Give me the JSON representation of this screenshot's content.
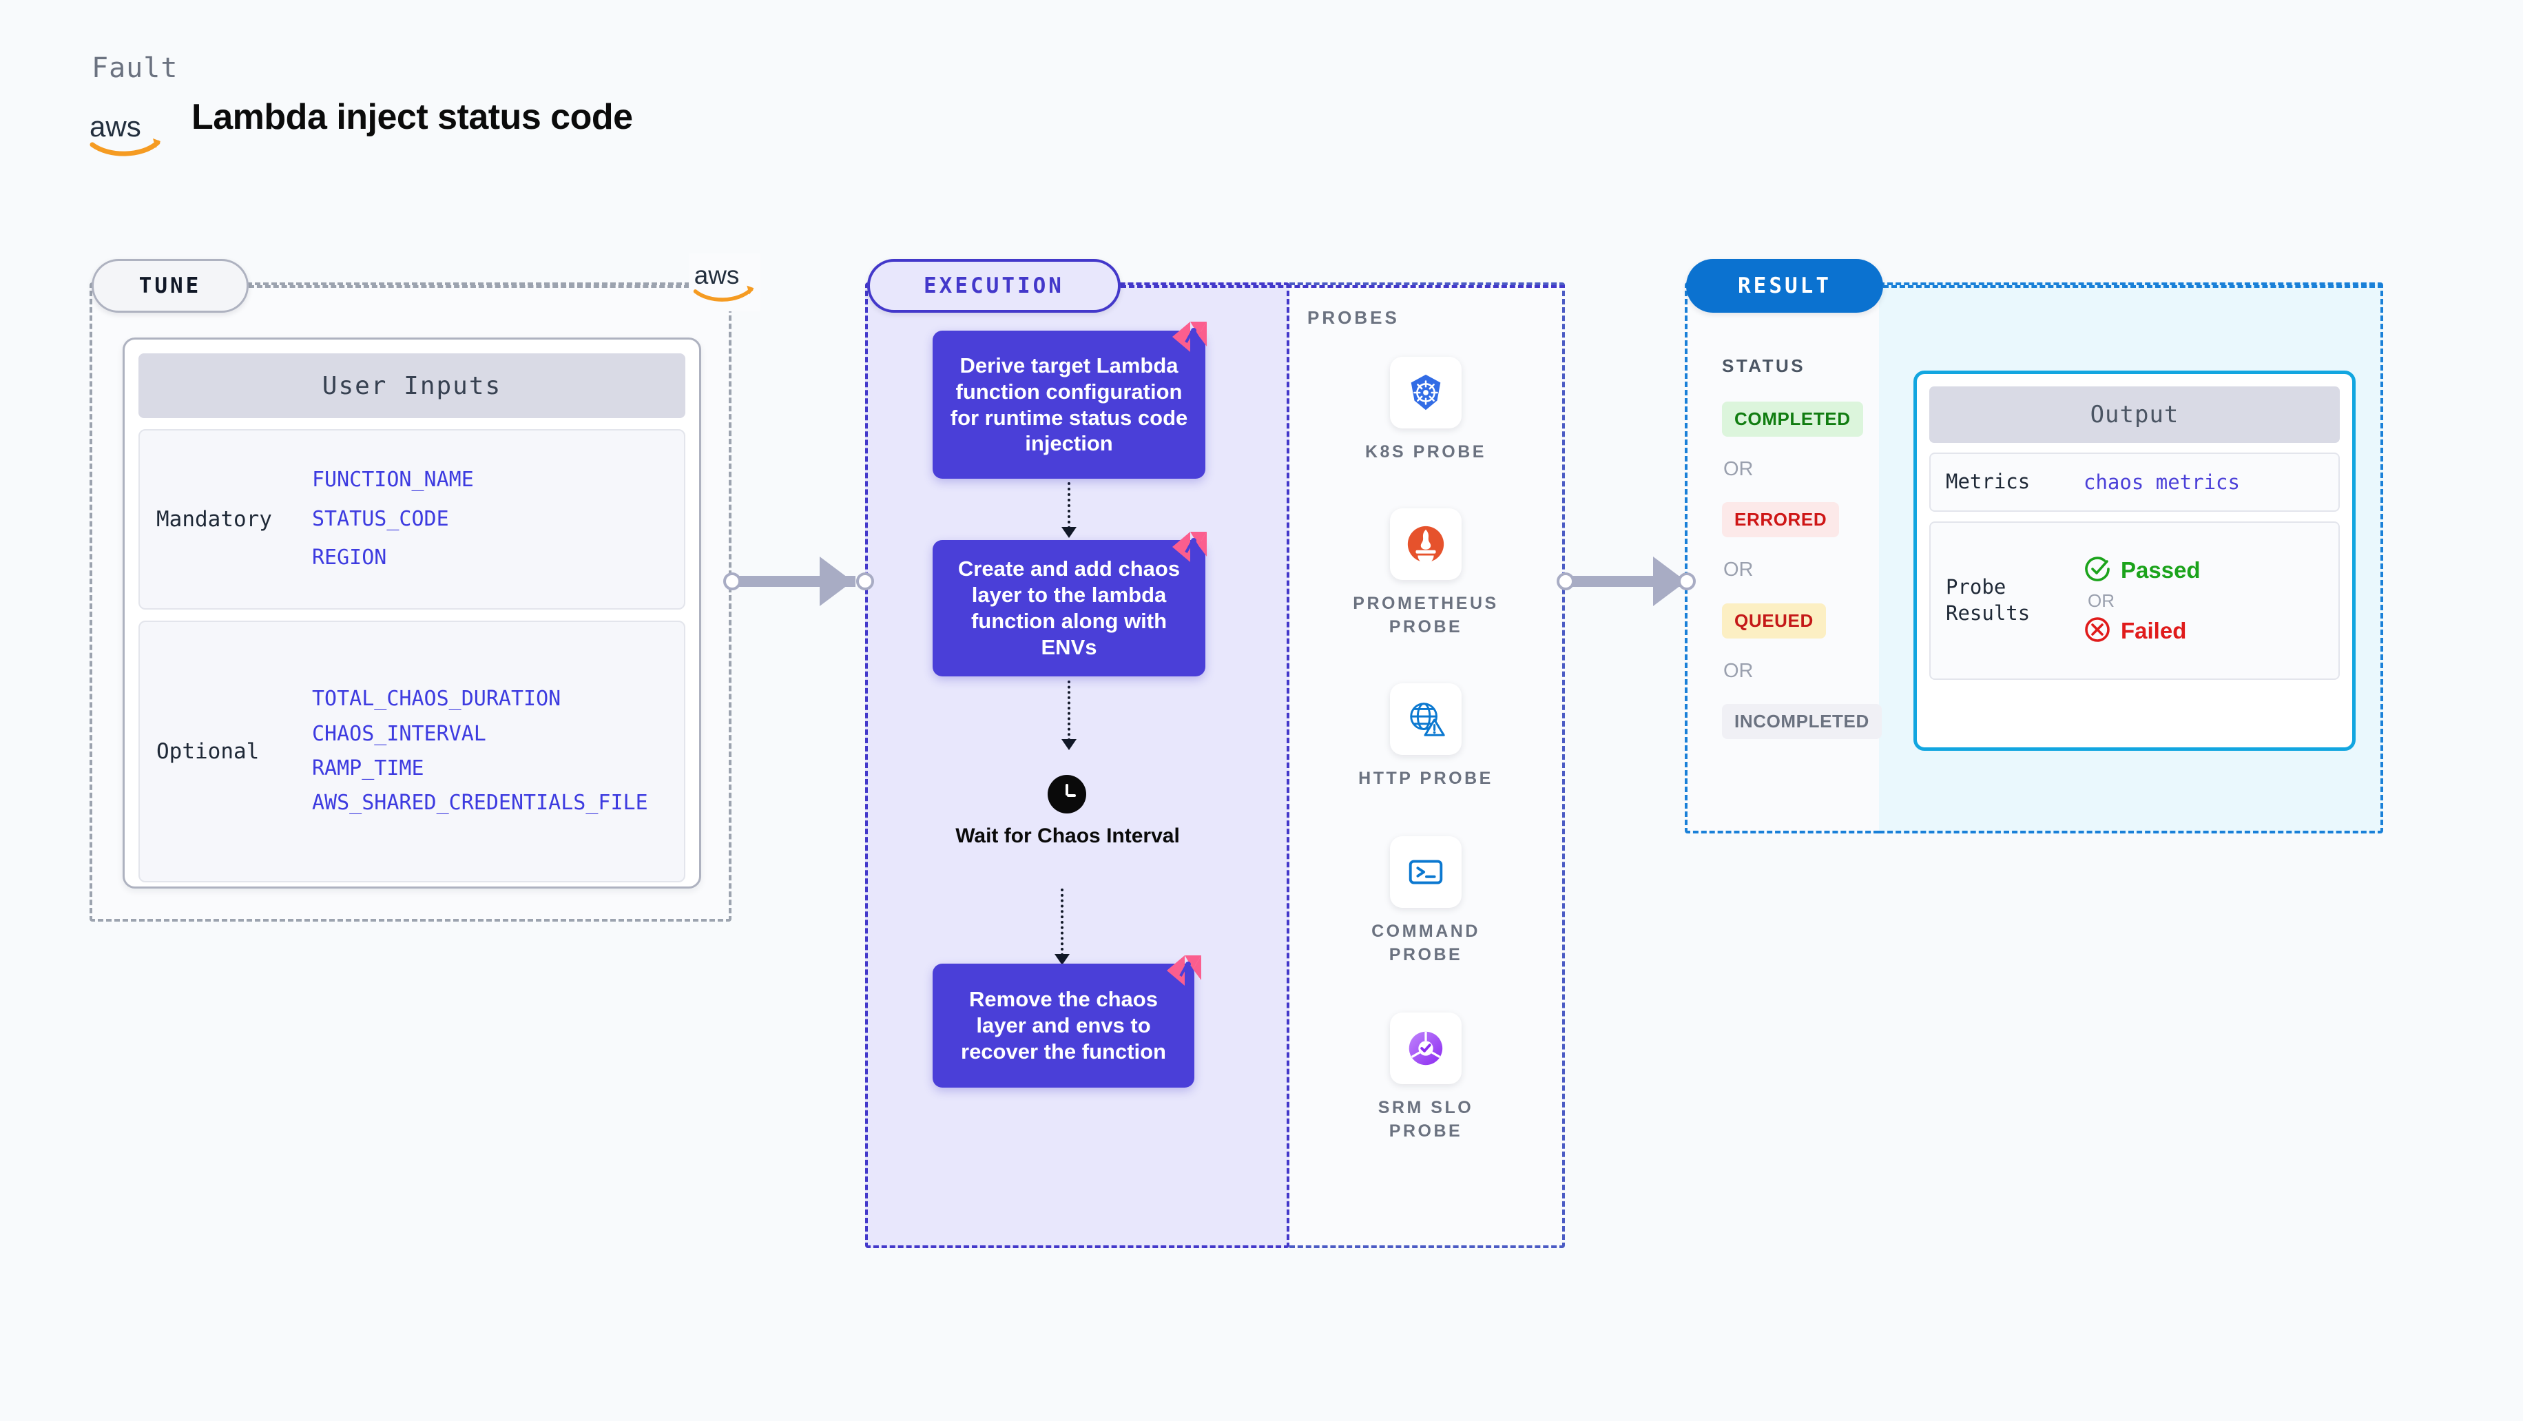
{
  "header": {
    "kicker": "Fault",
    "title": "Lambda inject status code",
    "logo_name": "aws-logo"
  },
  "tune": {
    "pill_label": "TUNE",
    "aws_logo": "aws-logo",
    "card": {
      "title": "User Inputs",
      "groups": [
        {
          "label": "Mandatory",
          "vars": [
            "FUNCTION_NAME",
            "STATUS_CODE",
            "REGION"
          ]
        },
        {
          "label": "Optional",
          "vars": [
            "TOTAL_CHAOS_DURATION",
            "CHAOS_INTERVAL",
            "RAMP_TIME",
            "AWS_SHARED_CREDENTIALS_FILE"
          ]
        }
      ]
    }
  },
  "execution": {
    "pill_label": "EXECUTION",
    "steps": [
      {
        "text": "Derive target Lambda function configuration for runtime status code injection",
        "badge": "litmus-chaos-badge"
      },
      {
        "text": "Create and add chaos layer to the lambda function along with ENVs",
        "badge": "litmus-chaos-badge"
      }
    ],
    "wait_node": {
      "icon": "clock-icon",
      "label": "Wait for Chaos Interval"
    },
    "final_step": {
      "text": "Remove the chaos layer and envs to recover the function",
      "badge": "litmus-chaos-badge"
    }
  },
  "probes": {
    "title": "PROBES",
    "items": [
      {
        "label": "K8S PROBE",
        "icon": "kubernetes-icon"
      },
      {
        "label": "PROMETHEUS PROBE",
        "icon": "prometheus-icon"
      },
      {
        "label": "HTTP PROBE",
        "icon": "http-globe-warning-icon"
      },
      {
        "label": "COMMAND PROBE",
        "icon": "terminal-icon"
      },
      {
        "label": "SRM SLO PROBE",
        "icon": "srm-slo-donut-check-icon"
      }
    ]
  },
  "result": {
    "pill_label": "RESULT",
    "status_title": "STATUS",
    "or_label": "OR",
    "statuses": [
      {
        "label": "COMPLETED",
        "bg": "#DCF5DC",
        "fg": "#117D11"
      },
      {
        "label": "ERRORED",
        "bg": "#FCE9E9",
        "fg": "#CE1616"
      },
      {
        "label": "QUEUED",
        "bg": "#FCEFC3",
        "fg": "#C41818"
      },
      {
        "label": "INCOMPLETED",
        "bg": "#F0F0F5",
        "fg": "#6B7280"
      }
    ]
  },
  "output": {
    "title": "Output",
    "metrics_key": "Metrics",
    "metrics_value": "chaos metrics",
    "probe_results_key": "Probe Results",
    "passed_label": "Passed",
    "failed_label": "Failed",
    "or_label": "OR",
    "passed_icon": "check-circle-icon",
    "failed_icon": "x-circle-icon"
  },
  "colors": {
    "accent_purple": "#4A3FD8",
    "accent_blue": "#0B72D0",
    "accent_cyan": "#12A6E0",
    "litmus_pink": "#FB5E8E",
    "aws_orange": "#F59B22",
    "panel_lavender": "#E8E7FC",
    "panel_cyan": "#EAF8FD",
    "page_bg": "#F8FAFC"
  }
}
